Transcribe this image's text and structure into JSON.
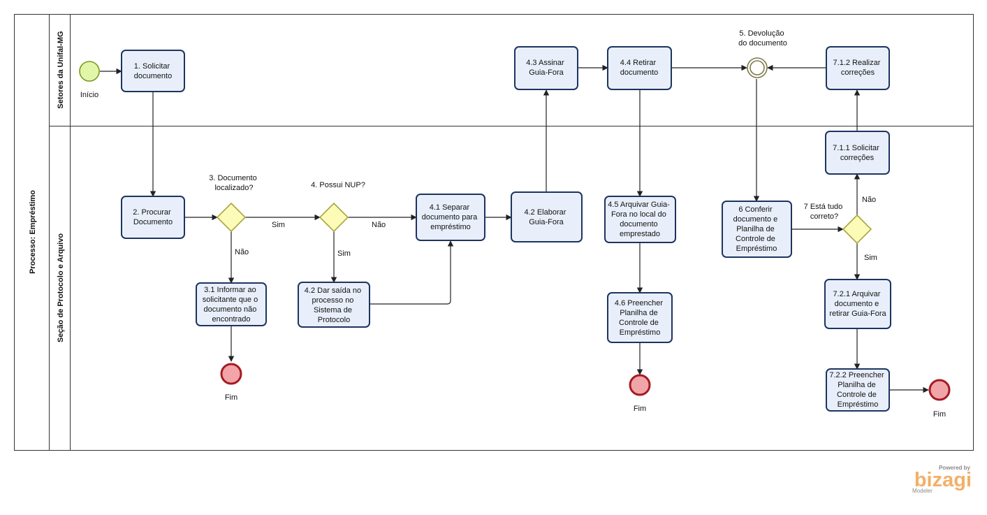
{
  "pool": {
    "title": "Processo:  Empréstimo",
    "lanes": [
      "Setores da Unifal-MG",
      "Seção de Protocolo e Arquivo"
    ]
  },
  "events": {
    "start": "Início",
    "end1": "Fim",
    "end2": "Fim",
    "end3": "Fim",
    "intermediate": [
      "5. Devolução",
      "do documento"
    ]
  },
  "tasks": {
    "t1": [
      "1. Solicitar",
      "documento"
    ],
    "t2": [
      "2. Procurar",
      "Documento"
    ],
    "t31": [
      "3.1 Informar ao",
      "solicitante que o",
      "documento não",
      "encontrado"
    ],
    "t41": [
      "4.1 Separar",
      "documento para",
      "empréstimo"
    ],
    "t42a": [
      "4.2 Dar saída no",
      "processo no",
      "Sistema de",
      "Protocolo"
    ],
    "t42b": [
      "4.2 Elaborar",
      "Guia-Fora"
    ],
    "t43": [
      "4.3 Assinar",
      "Guia-Fora"
    ],
    "t44": [
      "4.4 Retirar",
      "documento"
    ],
    "t45": [
      "4.5 Arquivar Guia-",
      "Fora no local do",
      "documento",
      "emprestado"
    ],
    "t46": [
      "4.6 Preencher",
      "Planilha de",
      "Controle de",
      "Empréstimo"
    ],
    "t6": [
      "6 Conferir",
      "documento e",
      "Planilha de",
      "Controle de",
      "Empréstimo"
    ],
    "t711": [
      "7.1.1 Solicitar",
      "correções"
    ],
    "t712": [
      "7.1.2 Realizar",
      "correções"
    ],
    "t721": [
      "7.2.1 Arquivar",
      "documento  e",
      "retirar Guia-Fora"
    ],
    "t722": [
      "7.2.2 Preencher",
      "Planilha de",
      "Controle de",
      "Empréstimo"
    ]
  },
  "gateways": {
    "g3": [
      "3. Documento",
      "localizado?"
    ],
    "g4": [
      "4. Possui NUP?"
    ],
    "g7": [
      "7 Está tudo",
      "correto?"
    ]
  },
  "flow_labels": {
    "g3_yes": "Sim",
    "g3_no": "Não",
    "g4_yes": "Sim",
    "g4_no": "Não",
    "g7_yes": "Sim",
    "g7_no": "Não"
  },
  "logo": {
    "powered": "Powered by",
    "brand": "bizagi",
    "sub": "Modeler"
  },
  "colors": {
    "task_fill": "#e9effa",
    "task_stroke": "#1d3461",
    "gateway_fill": "#fdfbb8",
    "start_fill": "#e2f6a9",
    "end_fill": "#f2a5a8",
    "logo": "#f3b069"
  }
}
